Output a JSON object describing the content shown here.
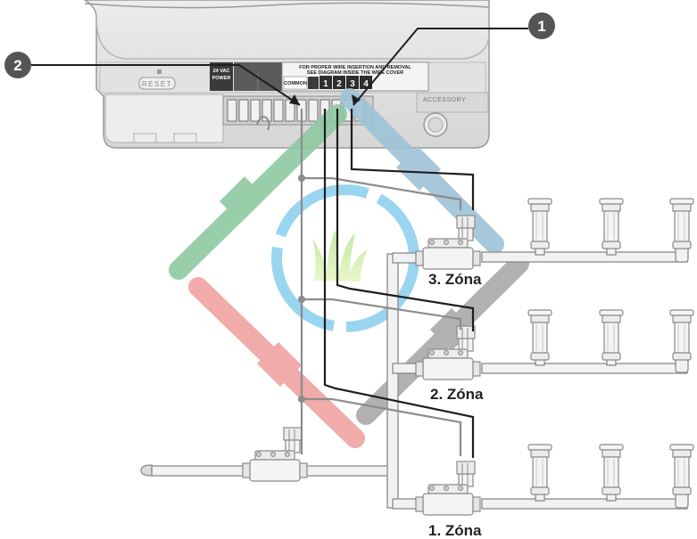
{
  "controller": {
    "power_label": "24 VAC POWER",
    "power_label_line1": "24 VAC",
    "power_label_line2": "POWER",
    "reset_label": "RESET",
    "accessory_label": "ACCESSORY",
    "notice_line1": "FOR PROPER WIRE INSERTION AND REMOVAL",
    "notice_line2": "SEE DIAGRAM INSIDE THE WIRE COVER",
    "common_label": "COMMON",
    "terminals": [
      "1",
      "2",
      "3",
      "4"
    ]
  },
  "callouts": [
    {
      "number": "1"
    },
    {
      "number": "2"
    }
  ],
  "zones": [
    {
      "label": "3. Zóna"
    },
    {
      "label": "2. Zóna"
    },
    {
      "label": "1. Zóna"
    }
  ],
  "colors": {
    "green_band": "#8fc9a2",
    "red_band": "#f0a3a3",
    "blue_band": "#9ec3d8",
    "gray_band": "#a9a9a9",
    "blue_ring": "#8fd0ee",
    "callout_fill": "#555555",
    "wire_black": "#1e1e1e",
    "wire_gray": "#8c8c8c",
    "pipe": "#f2f2f2",
    "pipe_stroke": "#8a8a8a"
  }
}
